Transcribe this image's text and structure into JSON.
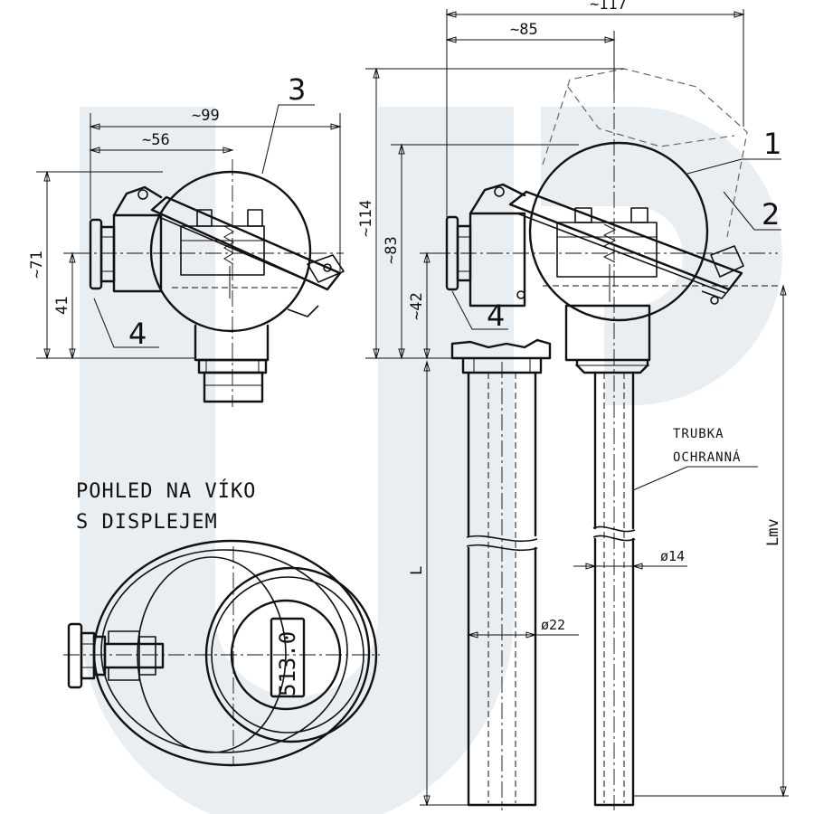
{
  "dimensions": {
    "overall_width": "~117",
    "head_offset": "~85",
    "side_width": "~99",
    "side_offset": "~56",
    "overall_height": "~114",
    "head_height": "~83",
    "neck_height": "~42",
    "side_height": "~71",
    "side_axis_height": "41",
    "tube_diameter_large": "ø22",
    "tube_diameter_small": "ø14",
    "length": "L",
    "immersion_length": "Lmv"
  },
  "callouts": {
    "part_1": "1",
    "part_2": "2",
    "part_3": "3",
    "part_4_side": "4",
    "part_4_front": "4"
  },
  "notes": {
    "tube_label_line1": "TRUBKA",
    "tube_label_line2": "OCHRANNÁ",
    "view_title_line1": "POHLED NA VÍKO",
    "view_title_line2": "S DISPLEJEM"
  },
  "display": {
    "reading": "513.0"
  }
}
